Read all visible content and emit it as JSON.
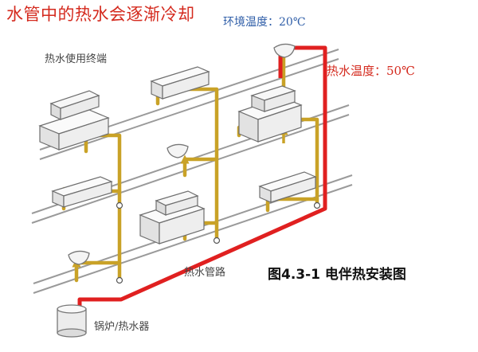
{
  "title": "水管中的热水会逐渐冷却",
  "ambient_temperature": "环境温度：20℃",
  "hot_water_temperature": "热水温度：50℃",
  "terminal_label": "热水使用终端",
  "pipe_label": "热水管路",
  "boiler_label": "锅炉/热水器",
  "caption": "图4.3-1 电伴热安装图",
  "colors": {
    "title": "#d42a1e",
    "ambient_text": "#2f5ea8",
    "hot_pipe": "#e02020",
    "branch_pipe": "#c9a227",
    "frame_line": "#9a9a9a"
  },
  "icons": [
    "wash-basin-icon",
    "sink-cabinet-icon",
    "valve-icon",
    "flow-arrow-icon",
    "boiler-icon"
  ]
}
